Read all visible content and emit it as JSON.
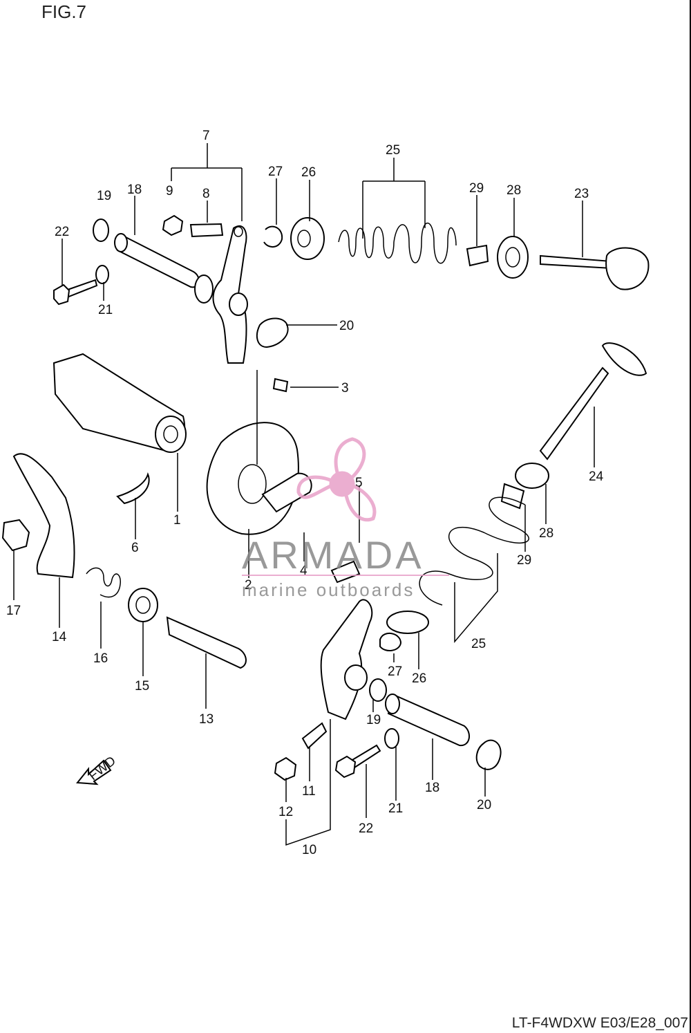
{
  "figure_title": "FIG.7",
  "diagram_code": "LT-F4WDXW E03/E28_007",
  "watermark": {
    "brand": "ARMADA",
    "tagline": "marine outboards",
    "color": "#e8a0c8"
  },
  "fwd_label": "FWD",
  "callouts": {
    "n1": "1",
    "n2": "2",
    "n3": "3",
    "n4": "4",
    "n5": "5",
    "n6": "6",
    "n7": "7",
    "n8": "8",
    "n9": "9",
    "n10": "10",
    "n11": "11",
    "n12": "12",
    "n13": "13",
    "n14": "14",
    "n15": "15",
    "n16": "16",
    "n17": "17",
    "n18a": "18",
    "n18b": "18",
    "n19a": "19",
    "n19b": "19",
    "n20a": "20",
    "n20b": "20",
    "n21a": "21",
    "n21b": "21",
    "n22a": "22",
    "n22b": "22",
    "n23": "23",
    "n24": "24",
    "n25a": "25",
    "n25b": "25",
    "n26a": "26",
    "n26b": "26",
    "n27a": "27",
    "n27b": "27",
    "n28a": "28",
    "n28b": "28",
    "n29a": "29",
    "n29b": "29"
  }
}
